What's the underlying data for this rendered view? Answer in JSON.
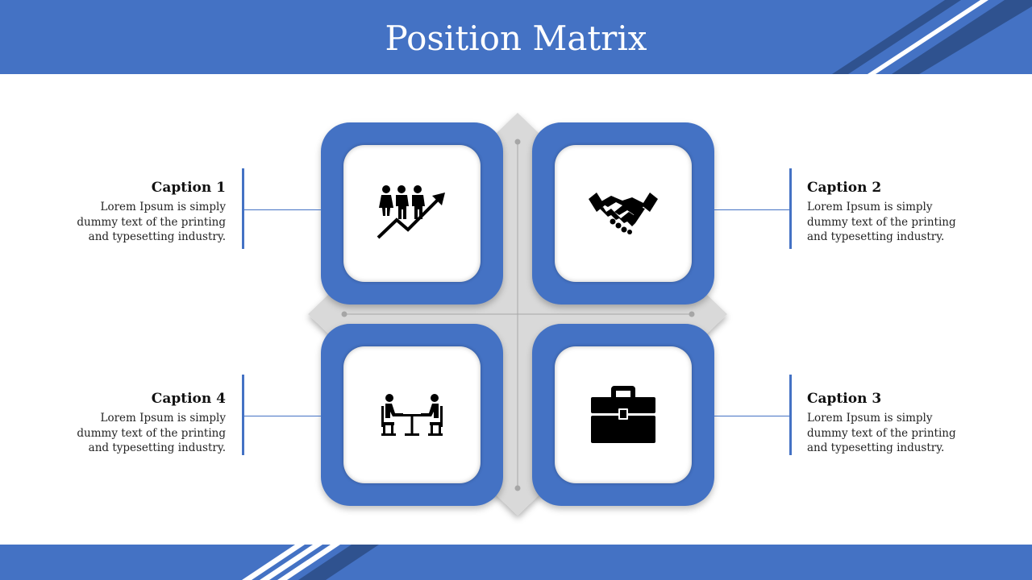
{
  "header": {
    "title": "Position Matrix"
  },
  "colors": {
    "accent": "#4472c4",
    "accent_dark": "#2f528f",
    "cross": "#d9d9d9"
  },
  "quadrants": [
    {
      "caption": "Caption 1",
      "text": "Lorem Ipsum is simply dummy text of the printing and typesetting industry.",
      "icon": "team-growth-icon"
    },
    {
      "caption": "Caption 2",
      "text": "Lorem Ipsum is simply dummy text of the printing and typesetting industry.",
      "icon": "handshake-icon"
    },
    {
      "caption": "Caption 3",
      "text": "Lorem Ipsum is simply dummy text of the printing and typesetting industry.",
      "icon": "briefcase-icon"
    },
    {
      "caption": "Caption 4",
      "text": "Lorem Ipsum is simply dummy text of the printing and typesetting industry.",
      "icon": "meeting-icon"
    }
  ]
}
